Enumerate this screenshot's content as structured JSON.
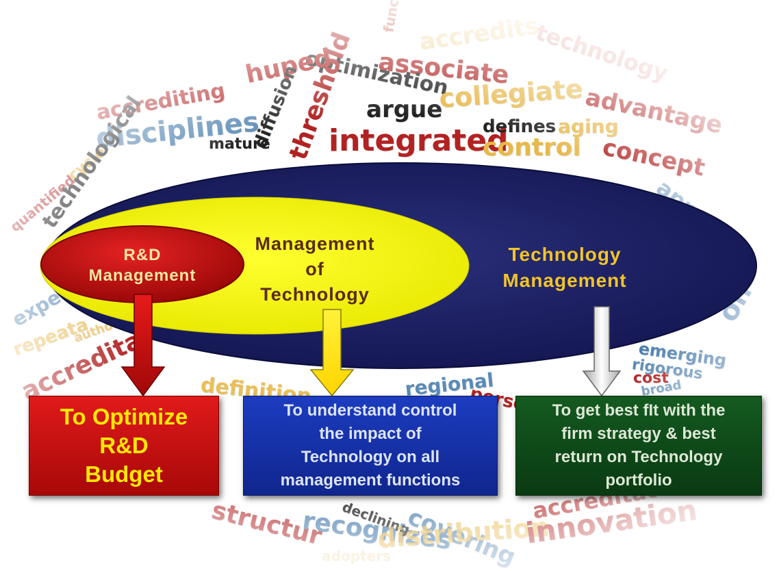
{
  "word_cloud": [
    {
      "text": "accredits",
      "color": "#e8b949"
    },
    {
      "text": "technology",
      "color": "#c0392b"
    },
    {
      "text": "associate",
      "color": "#b22222"
    },
    {
      "text": "optimization",
      "color": "#222222"
    },
    {
      "text": "function",
      "color": "#c0392b"
    },
    {
      "text": "huped",
      "color": "#b22222"
    },
    {
      "text": "accrediting",
      "color": "#b22222"
    },
    {
      "text": "disciplines",
      "color": "#4a7fb0"
    },
    {
      "text": "diffusion",
      "color": "#222222"
    },
    {
      "text": "threshold",
      "color": "#b22222"
    },
    {
      "text": "argue",
      "color": "#222222"
    },
    {
      "text": "collegiate",
      "color": "#e8b949"
    },
    {
      "text": "advantage",
      "color": "#b22222"
    },
    {
      "text": "integrated",
      "color": "#b22222"
    },
    {
      "text": "defines",
      "color": "#222222"
    },
    {
      "text": "aging",
      "color": "#e8b949"
    },
    {
      "text": "concept",
      "color": "#b22222"
    },
    {
      "text": "mature",
      "color": "#222222"
    },
    {
      "text": "control",
      "color": "#e8b949"
    },
    {
      "text": "quantified",
      "color": "#b22222"
    },
    {
      "text": "cycle",
      "color": "#e8b949"
    },
    {
      "text": "technological",
      "color": "#222222"
    },
    {
      "text": "appro",
      "color": "#4a7fb0"
    },
    {
      "text": "expect",
      "color": "#4a7fb0"
    },
    {
      "text": "repeata",
      "color": "#e8b949"
    },
    {
      "text": "author",
      "color": "#e8b949"
    },
    {
      "text": "accredita",
      "color": "#b22222"
    },
    {
      "text": "definition",
      "color": "#e8b949"
    },
    {
      "text": "regional",
      "color": "#4a7fb0"
    },
    {
      "text": "personnel",
      "color": "#b22222"
    },
    {
      "text": "emerging",
      "color": "#4a7fb0"
    },
    {
      "text": "rigorous",
      "color": "#4a7fb0"
    },
    {
      "text": "cost",
      "color": "#b22222"
    },
    {
      "text": "broad",
      "color": "#4a7fb0"
    },
    {
      "text": "on",
      "color": "#4a7fb0"
    },
    {
      "text": "structur",
      "color": "#b22222"
    },
    {
      "text": "recognizes",
      "color": "#4a7fb0"
    },
    {
      "text": "declining",
      "color": "#222222"
    },
    {
      "text": "covering",
      "color": "#4a7fb0"
    },
    {
      "text": "distribution",
      "color": "#e8b949"
    },
    {
      "text": "accreditat",
      "color": "#b22222"
    },
    {
      "text": "innovation",
      "color": "#b22222"
    },
    {
      "text": "adopters",
      "color": "#e8b949"
    }
  ],
  "ellipses": {
    "outer": {
      "label": "Technology\nManagement",
      "color": "#1b1f5e",
      "text_color": "#f2c428"
    },
    "middle": {
      "label": "Management\nof\nTechnology",
      "color": "#f2f200",
      "text_color": "#5a2a1a"
    },
    "inner": {
      "label": "R&D\nManagement",
      "color": "#cc1111",
      "text_color": "#f2e6a0"
    }
  },
  "arrows": [
    {
      "from": "R&D Management",
      "color": "#d01010"
    },
    {
      "from": "Management of Technology",
      "color": "#ffe000"
    },
    {
      "from": "Technology Management",
      "color": "#d8d8d8"
    }
  ],
  "boxes": [
    {
      "text": "To Optimize\nR&D\nBudget",
      "bg": "#cc1111",
      "text_color": "#ffe800"
    },
    {
      "text": "To understand control\nthe impact of\nTechnology on all\nmanagement functions",
      "bg": "#1530a8",
      "text_color": "#dce4f6"
    },
    {
      "text": "To get best fIt with the\nfirm strategy & best\nreturn on Technology\nportfolio",
      "bg": "#0f4a18",
      "text_color": "#dde8d6"
    }
  ]
}
